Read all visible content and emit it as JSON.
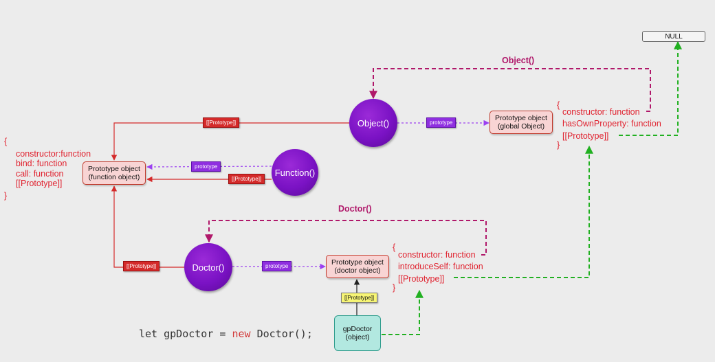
{
  "colors": {
    "prototype_link": "#d42a2a",
    "prototype_property": "#9b40f0",
    "constructor_link": "#b0186a",
    "chain_link": "#21b021",
    "text_red": "#e0222f"
  },
  "nodes": {
    "object_ctor": "Object()",
    "function_ctor": "Function()",
    "doctor_ctor": "Doctor()",
    "proto_global": [
      "Prototype object",
      "(global Object)"
    ],
    "proto_function": [
      "Prototype object",
      "(function object)"
    ],
    "proto_doctor": [
      "Prototype object",
      "(doctor object)"
    ],
    "gp_doctor": [
      "gpDoctor",
      "(object)"
    ],
    "null_box": "NULL"
  },
  "titles": {
    "object": "Object()",
    "doctor": "Doctor()"
  },
  "tags": {
    "prototype_link": "[[Prototype]]",
    "prototype_prop": "prototype"
  },
  "properties": {
    "function_proto": {
      "open": "{",
      "rows": [
        "constructor:function",
        "bind: function",
        "call: function",
        "[[Prototype]]"
      ],
      "close": "}"
    },
    "global_proto": {
      "open": "{",
      "rows": [
        "constructor: function",
        "hasOwnProperty: function",
        "[[Prototype]]"
      ],
      "close": "}"
    },
    "doctor_proto": {
      "open": "{",
      "rows": [
        "constructor: function",
        "introduceSelf: function",
        "[[Prototype]]"
      ],
      "close": "}"
    }
  },
  "code": {
    "part1": "let gpDoctor = ",
    "keyword": "new",
    "part2": " Doctor();"
  }
}
